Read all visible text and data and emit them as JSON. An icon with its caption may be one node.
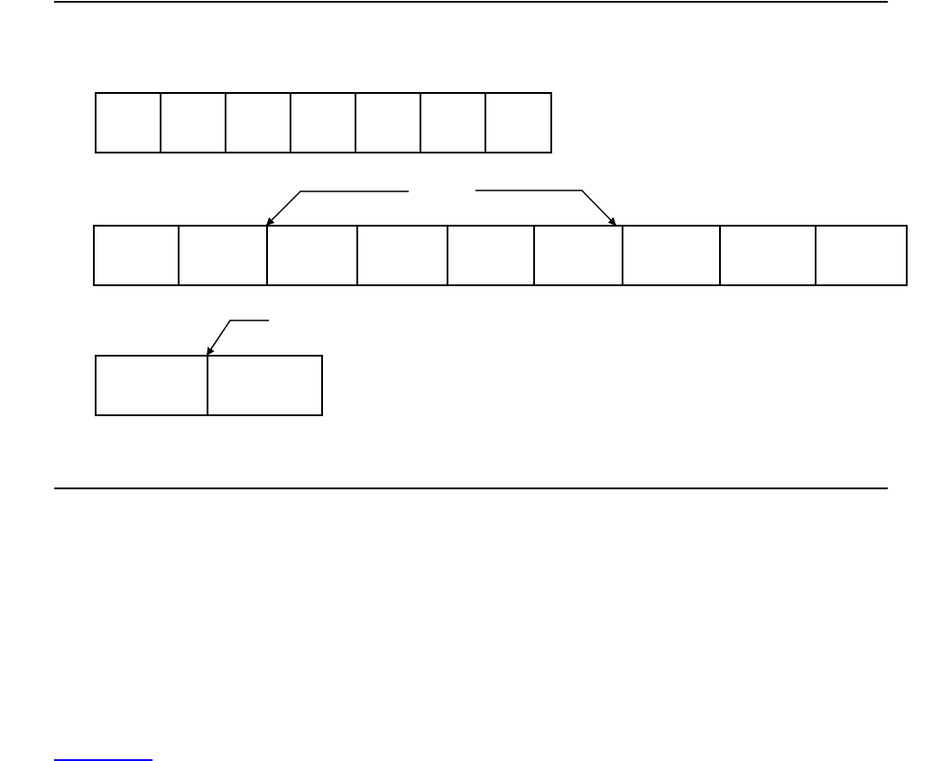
{
  "diagram": {
    "nodes": [
      {
        "text": [],
        "shape": "box"
      },
      {
        "text": [],
        "shape": "box"
      },
      {
        "text": [],
        "shape": "box"
      },
      {
        "text": [],
        "shape": "box"
      },
      {
        "text": [],
        "shape": "box"
      },
      {
        "text": [],
        "shape": "box"
      },
      {
        "text": [],
        "shape": "box"
      },
      {
        "text": [],
        "shape": "box"
      },
      {
        "text": [],
        "shape": "box"
      },
      {
        "text": [],
        "shape": "box"
      },
      {
        "text": [],
        "shape": "box"
      },
      {
        "text": [],
        "shape": "box"
      },
      {
        "text": [],
        "shape": "box"
      },
      {
        "text": [],
        "shape": "box"
      },
      {
        "text": [],
        "shape": "box"
      },
      {
        "text": [],
        "shape": "box"
      },
      {
        "text": [],
        "shape": "box"
      },
      {
        "text": [],
        "shape": "box"
      }
    ],
    "edges": [
      {
        "from": null,
        "to": 9,
        "arrow": "to"
      },
      {
        "from": null,
        "to": 12,
        "arrow": "to"
      },
      {
        "from": null,
        "to": 17,
        "arrow": "to"
      }
    ]
  }
}
